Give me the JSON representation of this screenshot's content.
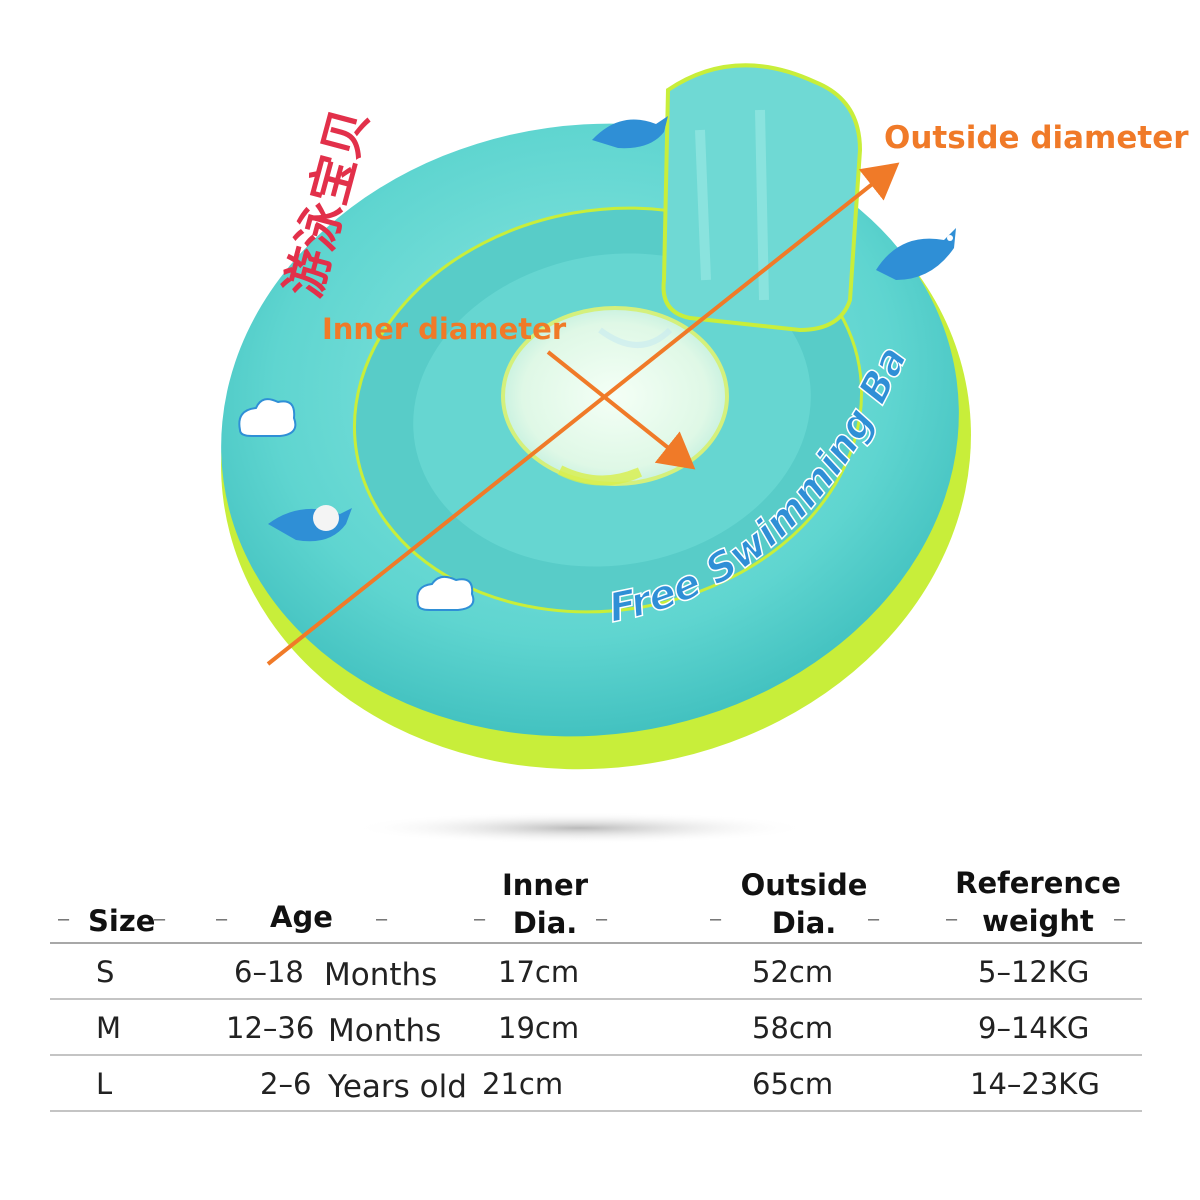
{
  "product": {
    "brand_cn": "游泳宝贝",
    "ring_text": "Free Swimming Baby",
    "colors": {
      "ring": "#5fd5d0",
      "ring_dark": "#34b8b6",
      "trim": "#c8ee3a",
      "arrow": "#f07a28"
    }
  },
  "annotations": {
    "outside": "Outside diameter",
    "inner": "Inner diameter"
  },
  "table": {
    "headers": {
      "size": "Size",
      "age": "Age",
      "inner_1": "Inner",
      "inner_2": "Dia.",
      "outside_1": "Outside",
      "outside_2": "Dia.",
      "weight_1": "Reference",
      "weight_2": "weight"
    },
    "rows": [
      {
        "size": "S",
        "age_num": "6–18",
        "age_unit": "Months",
        "inner": "17cm",
        "outside": "52cm",
        "weight": "5–12KG"
      },
      {
        "size": "M",
        "age_num": "12–36",
        "age_unit": "Months",
        "inner": "19cm",
        "outside": "58cm",
        "weight": "9–14KG"
      },
      {
        "size": "L",
        "age_num": "2–6",
        "age_unit": "Years old",
        "inner": "21cm",
        "outside": "65cm",
        "weight": "14–23KG"
      }
    ]
  }
}
